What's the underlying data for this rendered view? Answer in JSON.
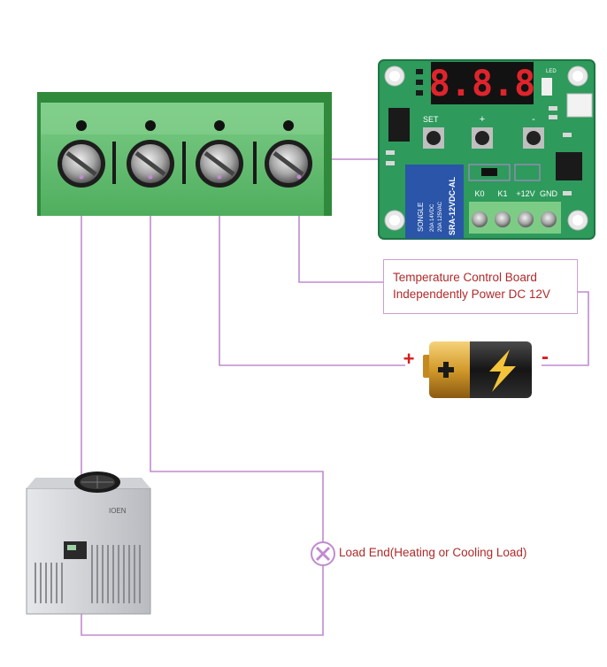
{
  "colors": {
    "wire": "#c08bd0",
    "terminal_green": "#5cb86a",
    "pcb_green": "#2e9a5c",
    "led_red": "#e0242c",
    "label_text": "#b02a2a",
    "battery_gold": "#d7a030"
  },
  "terminal_block": {
    "screw_count": 4
  },
  "board": {
    "display": "8.8.8",
    "label_set": "SET",
    "label_plus": "+",
    "label_minus": "-",
    "label_led": "LED",
    "relay_brand": "SONGLE",
    "relay_model": "SRA-12VDC-AL",
    "relay_spec1": "20A 14VDC",
    "relay_spec2": "20A 125VAC",
    "pins": [
      "K0",
      "K1",
      "+12V",
      "GND"
    ]
  },
  "labels": {
    "power_line1": "Temperature Control Board",
    "power_line2": "Independently Power DC 12V",
    "battery_plus": "+",
    "battery_minus": "-",
    "load_icon": "x-icon",
    "load_text": "Load End(Heating or Cooling Load)",
    "device_brand": "IOEN"
  }
}
